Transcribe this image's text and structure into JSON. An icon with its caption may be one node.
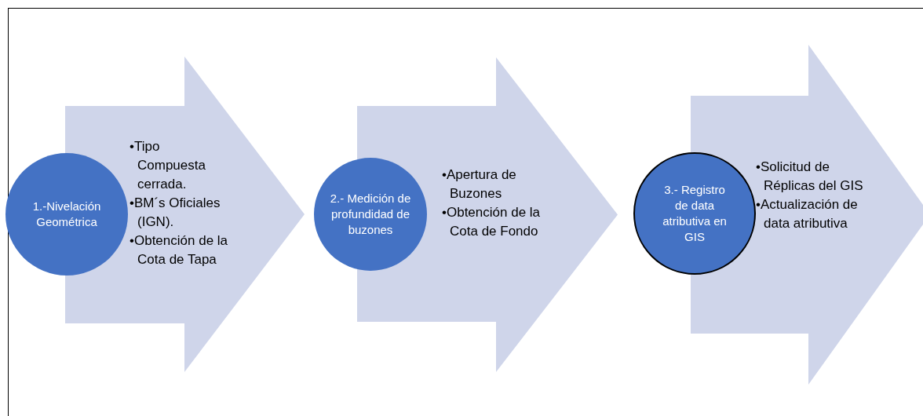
{
  "diagram": {
    "nodes": [
      {
        "text": [
          "1.-Nivelación Geométrica"
        ]
      },
      {
        "text": [
          "•Tipo Compuesta cerrada.",
          "•BM´s Oficiales (IGN).",
          "•Obtención de la Cota de Tapa"
        ]
      },
      {
        "text": [
          "2.- Medición de profundidad de buzones"
        ]
      },
      {
        "text": [
          "•Apertura de Buzones",
          "•Obtención de la Cota de Fondo"
        ]
      },
      {
        "text": [
          "3.- Registro de data atributiva  en GIS"
        ]
      },
      {
        "text": [
          "•Solicitud de Réplicas del GIS",
          "•Actualización de data atributiva"
        ]
      }
    ]
  }
}
